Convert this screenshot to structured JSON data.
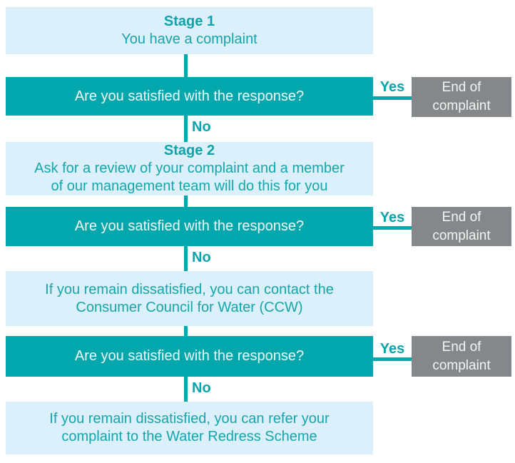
{
  "colors": {
    "teal": "#00a7ad",
    "light_blue": "#dbf0fa",
    "gray": "#85878a",
    "teal_text": "#14a6ae",
    "white_text": "#eef9fa"
  },
  "stage1": {
    "heading": "Stage 1",
    "line1": "You have a complaint"
  },
  "stage2": {
    "heading": "Stage 2",
    "line1": "Ask for a review of your complaint and a member",
    "line2": "of our management team will do this for you"
  },
  "ccw": {
    "line1": "If you remain dissatisfied, you can contact the",
    "line2": "Consumer Council for Water (CCW)"
  },
  "redress": {
    "line1": "If you remain dissatisfied, you can refer your",
    "line2": "complaint to the Water Redress Scheme"
  },
  "decisions": [
    {
      "question": "Are you satisfied with the response?",
      "yes": "Yes",
      "no": "No",
      "end_line1": "End of",
      "end_line2": "complaint"
    },
    {
      "question": "Are you satisfied with the response?",
      "yes": "Yes",
      "no": "No",
      "end_line1": "End of",
      "end_line2": "complaint"
    },
    {
      "question": "Are you satisfied with the response?",
      "yes": "Yes",
      "no": "No",
      "end_line1": "End of",
      "end_line2": "complaint"
    }
  ]
}
